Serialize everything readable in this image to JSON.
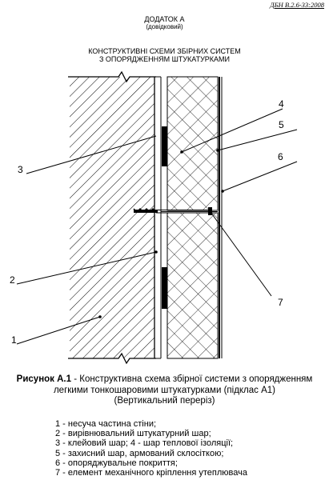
{
  "header": {
    "doc_code": "ДБН В.2.6-33:2008",
    "annex_title": "ДОДАТОК А",
    "annex_note": "(довідковий)",
    "scheme_title_line1": "КОНСТРУКТИВНІ СХЕМИ ЗБІРНИХ СИСТЕМ",
    "scheme_title_line2": "З ОПОРЯДЖЕННЯМ ШТУКАТУРКАМИ"
  },
  "drawing": {
    "callouts": [
      "1",
      "2",
      "3",
      "4",
      "5",
      "6",
      "7"
    ]
  },
  "caption": {
    "label": "Рисунок А.1",
    "line1": " - Конструктивна схема збірної системи з  опорядженням",
    "line2": "легкими тонкошаровими штукатурками (підклас А1)",
    "line3": "(Вертикальний переріз)"
  },
  "legend": [
    "1 - несуча частина стіни;",
    "2 - вирівнювальний штукатурний шар;",
    "3 - клейовий шар; 4 - шар теплової ізоляції;",
    "5 - захисний шар, армований склосіткою;",
    "6 - опоряджувальне покриття;",
    "7 - елемент механічного кріплення утеплювача"
  ]
}
